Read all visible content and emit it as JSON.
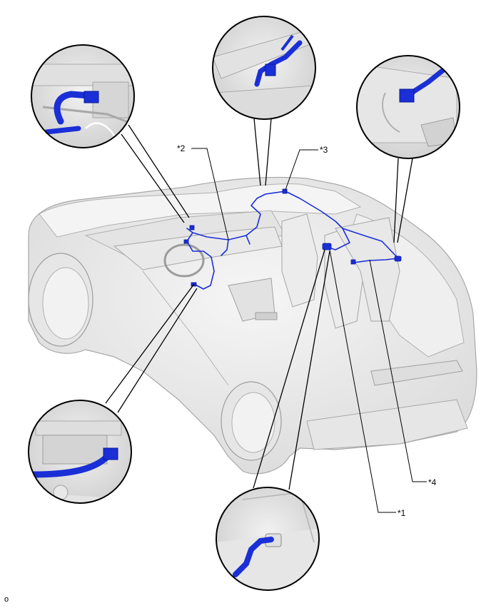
{
  "callouts": {
    "c1": "*1",
    "c2": "*2",
    "c3": "*3",
    "c4": "*4"
  },
  "footer": {
    "code": "o"
  },
  "colors": {
    "harness": "#1a2fd6",
    "harness_dark": "#0b1a9a",
    "body": "#eeeeee",
    "body_shadow": "#cfcfcf",
    "outline": "#9a9a9a",
    "leader": "#000000"
  },
  "icons": {
    "detail_views": [
      "magnifier-circle",
      "magnifier-circle",
      "magnifier-circle",
      "magnifier-circle",
      "magnifier-circle"
    ]
  }
}
